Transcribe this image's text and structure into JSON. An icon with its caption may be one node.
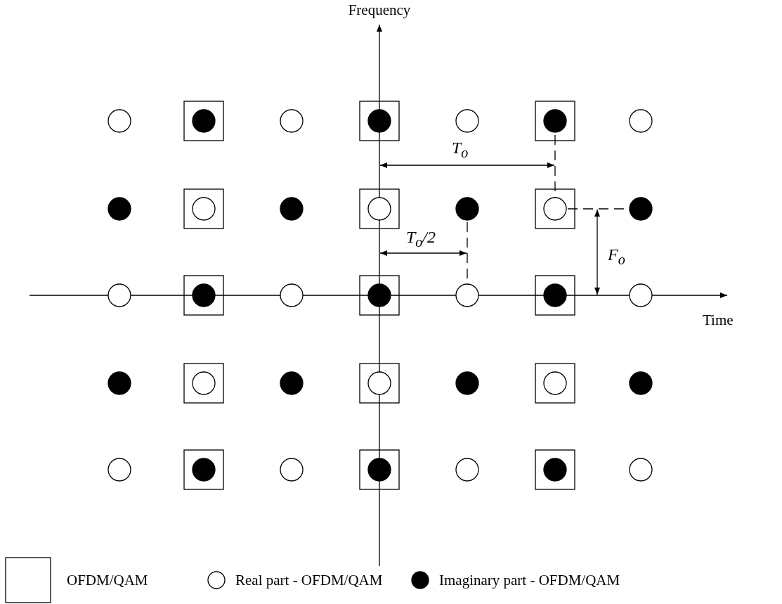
{
  "diagram": {
    "labels": [
      "Frequency",
      "Time",
      "T$_{o}$",
      "T$_{o}$/2",
      "F$_{o}$"
    ],
    "legend": [
      {
        "text": "OFDM/QAM"
      },
      {
        "text": "Real part - OFDM/QAM"
      },
      {
        "text": "Imaginary part - OFDM/QAM"
      }
    ]
  }
}
